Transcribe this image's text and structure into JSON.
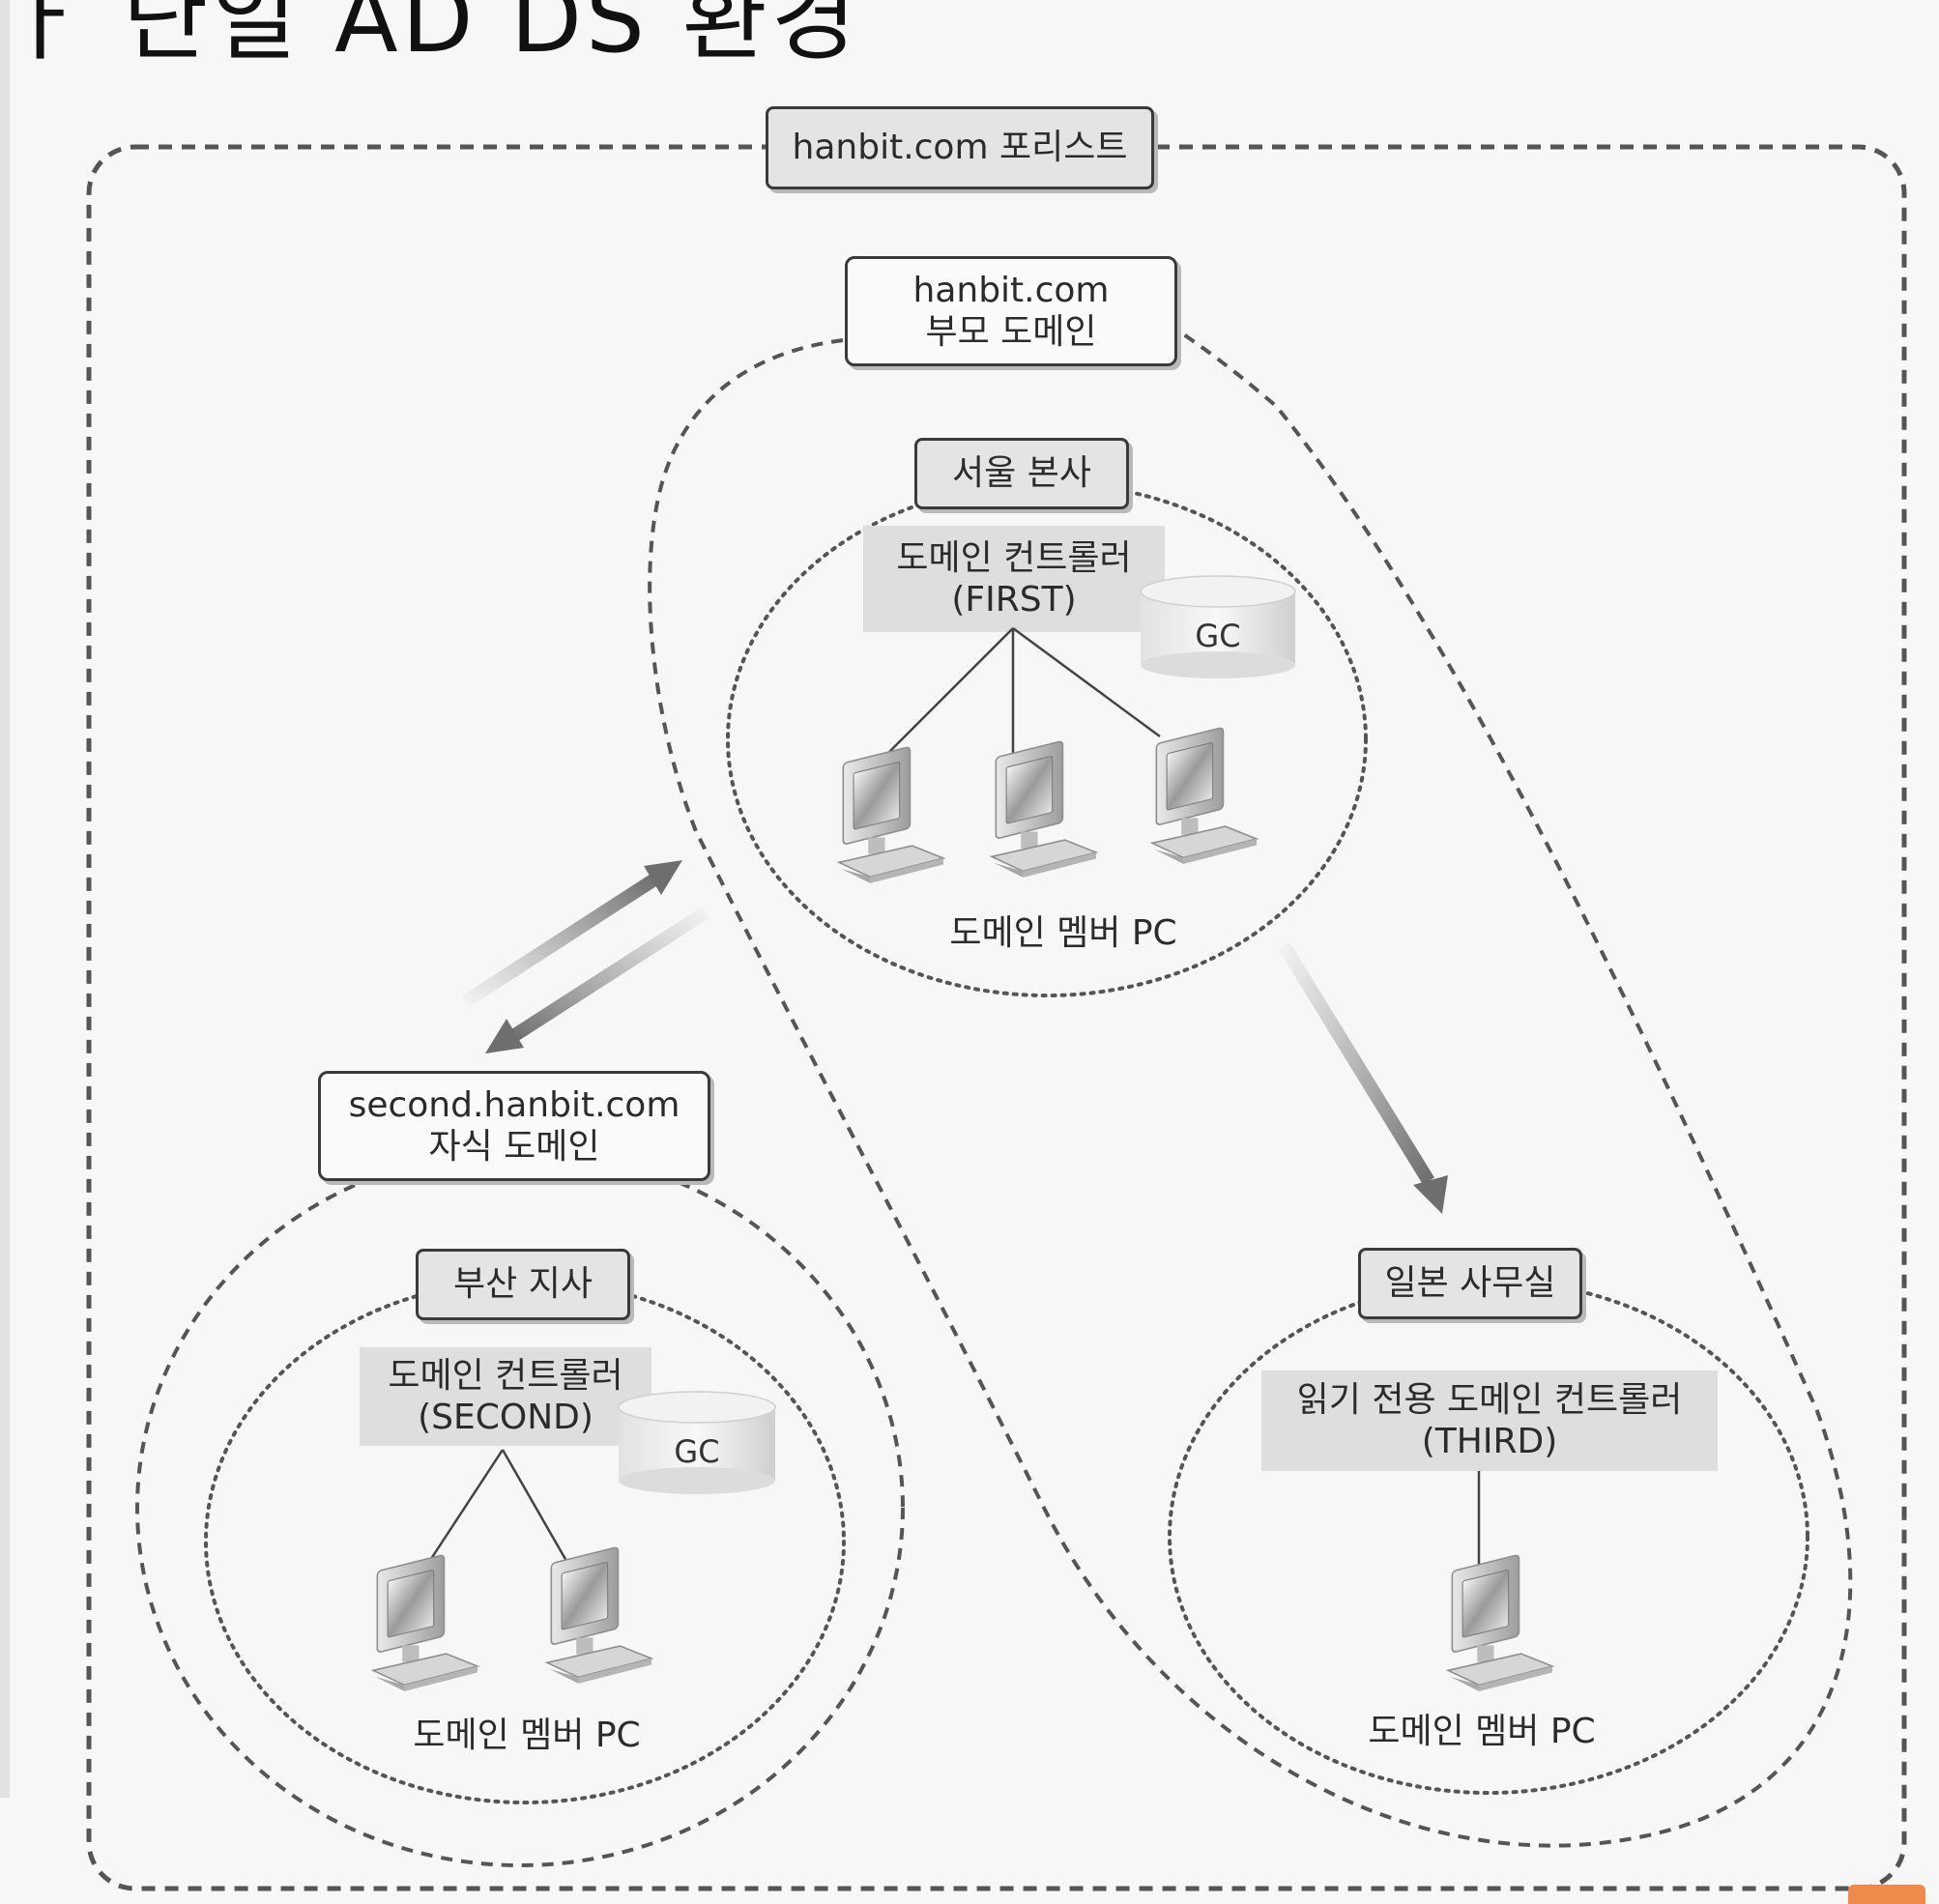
{
  "page": {
    "title_fragment": "ㅏ 단일 AD DS 환경"
  },
  "forest": {
    "label": "hanbit.com 포리스트"
  },
  "parent_domain": {
    "name": "hanbit.com",
    "role": "부모 도메인"
  },
  "child_domain": {
    "name": "second.hanbit.com",
    "role": "자식 도메인"
  },
  "sites": {
    "seoul": {
      "label": "서울 본사",
      "dc_line1": "도메인 컨트롤러",
      "dc_line2": "(FIRST)",
      "gc": "GC",
      "members_label": "도메인 멤버 PC"
    },
    "busan": {
      "label": "부산 지사",
      "dc_line1": "도메인 컨트롤러",
      "dc_line2": "(SECOND)",
      "gc": "GC",
      "members_label": "도메인 멤버 PC"
    },
    "japan": {
      "label": "일본 사무실",
      "dc_line1": "읽기 전용 도메인 컨트롤러",
      "dc_line2": "(THIRD)",
      "members_label": "도메인 멤버 PC"
    }
  },
  "colors": {
    "border": "#3a3a3a",
    "dash": "#555555",
    "dc_fill": "#dedede",
    "pill_fill": "#e4e4e4",
    "arrow": "#8a8a8a",
    "accent_corner": "#f08a4b"
  },
  "icons": [
    "monitor-icon",
    "database-icon",
    "arrow-icon"
  ]
}
